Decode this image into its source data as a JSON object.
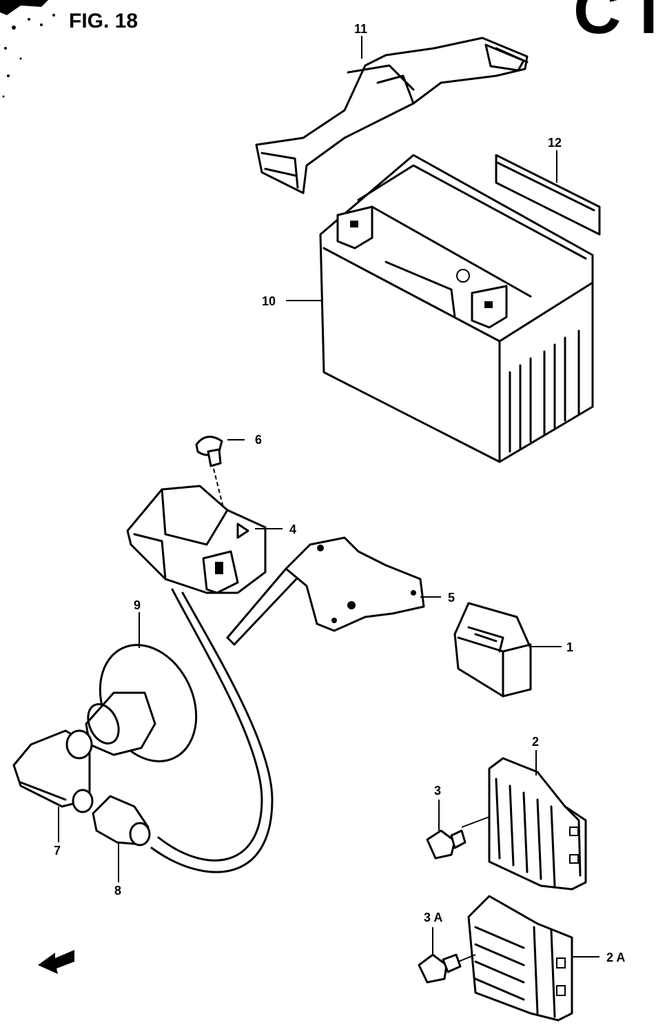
{
  "header": {
    "figure_label": "FIG. 18",
    "corner_mark": "C I"
  },
  "callouts": {
    "c1": "1",
    "c2": "2",
    "c2a": "2 A",
    "c3": "3",
    "c3a": "3 A",
    "c4": "4",
    "c5": "5",
    "c6": "6",
    "c7": "7",
    "c8": "8",
    "c9": "9",
    "c10": "10",
    "c11": "11",
    "c12": "12"
  },
  "icons": {
    "front_arrow": "front-direction-arrow-icon"
  }
}
